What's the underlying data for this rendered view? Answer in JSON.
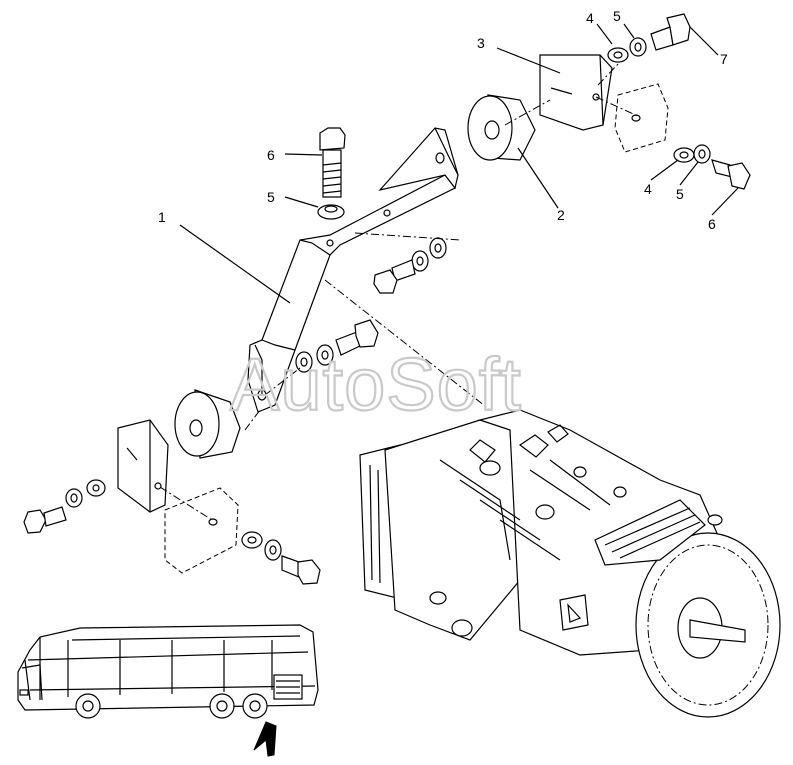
{
  "watermark": "AutoSoft",
  "callouts": {
    "c1": "1",
    "c2": "2",
    "c3": "3",
    "c4a": "4",
    "c4b": "4",
    "c5a": "5",
    "c5b": "5",
    "c5c": "5",
    "c6a": "6",
    "c6b": "6",
    "c7": "7"
  }
}
